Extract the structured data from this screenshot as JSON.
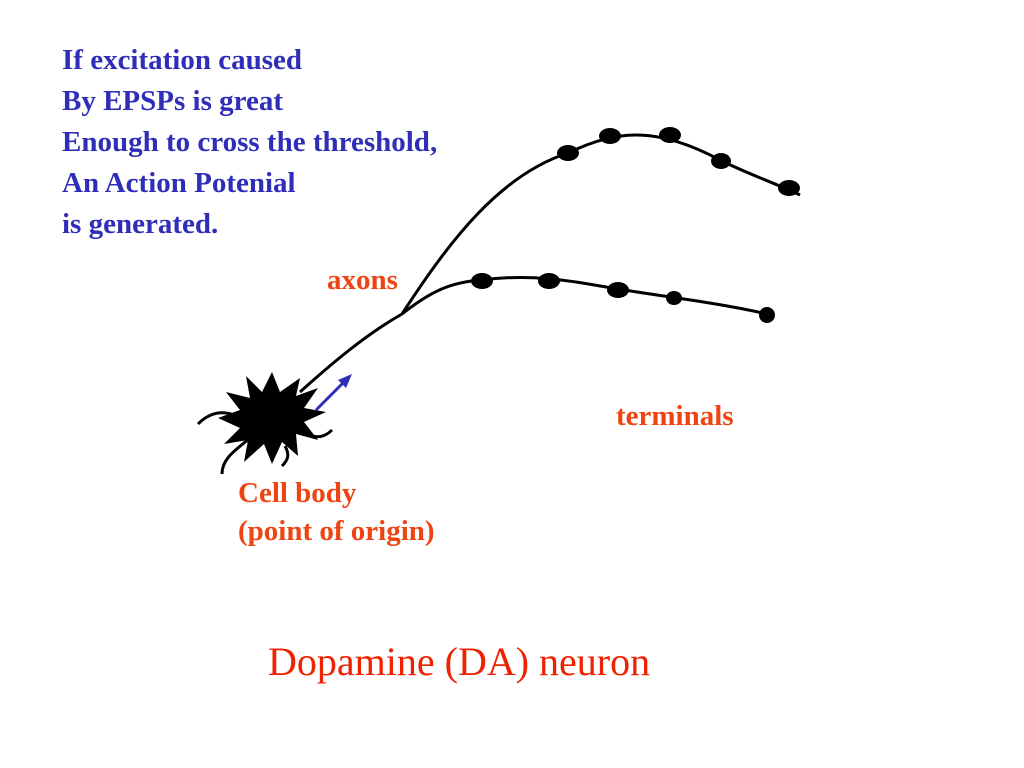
{
  "intro_lines": [
    "If excitation caused",
    "By EPSPs is great",
    "Enough to cross the threshold,",
    "An Action Potenial",
    "is generated."
  ],
  "labels": {
    "axons": "axons",
    "terminals": "terminals",
    "cell_body_line1": "Cell body",
    "cell_body_line2": "(point of origin)"
  },
  "title": "Dopamine (DA) neuron",
  "colors": {
    "intro_text": "#2E2EB8",
    "label_text": "#EE4411",
    "title_text": "#EE2200",
    "neuron": "#000000",
    "arrow": "#2E2EB8"
  },
  "icons": {
    "cell_body": "spiky-cell-body-icon",
    "direction": "arrow-icon"
  }
}
